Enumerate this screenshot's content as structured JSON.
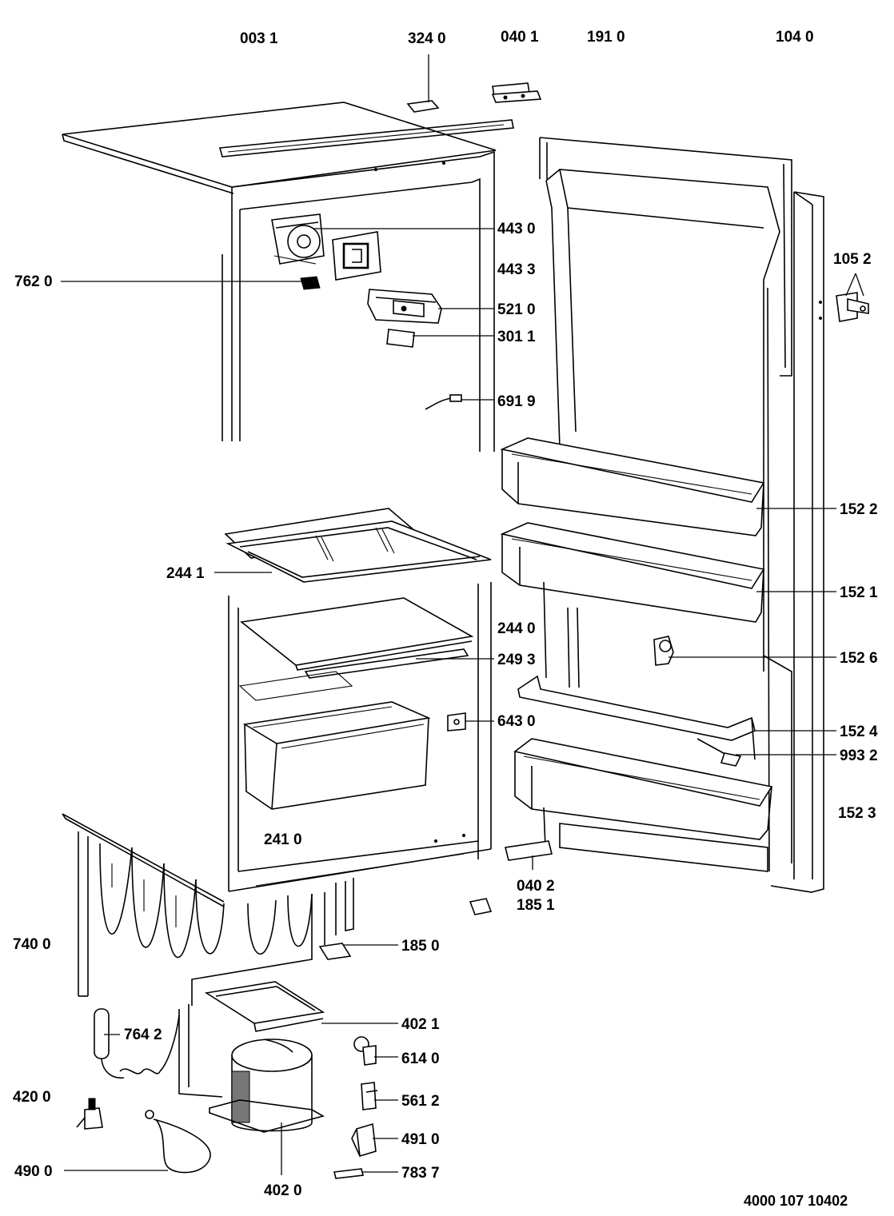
{
  "labels": {
    "l_003_1": "003 1",
    "l_324_0": "324 0",
    "l_040_1": "040 1",
    "l_191_0": "191 0",
    "l_104_0": "104 0",
    "l_443_0": "443 0",
    "l_443_3": "443 3",
    "l_762_0": "762 0",
    "l_105_2": "105 2",
    "l_521_0": "521 0",
    "l_301_1": "301 1",
    "l_691_9": "691 9",
    "l_152_2": "152 2",
    "l_244_1": "244 1",
    "l_152_1": "152 1",
    "l_244_0": "244 0",
    "l_249_3": "249 3",
    "l_152_6": "152 6",
    "l_643_0": "643 0",
    "l_152_4": "152 4",
    "l_993_2": "993 2",
    "l_152_3": "152 3",
    "l_241_0": "241 0",
    "l_040_2": "040 2",
    "l_185_1": "185 1",
    "l_740_0": "740 0",
    "l_185_0": "185 0",
    "l_402_1": "402 1",
    "l_764_2": "764 2",
    "l_614_0": "614 0",
    "l_420_0": "420 0",
    "l_561_2": "561 2",
    "l_491_0": "491 0",
    "l_490_0": "490 0",
    "l_783_7": "783 7",
    "l_402_0": "402 0"
  },
  "reference_number": "4000 107 10402"
}
